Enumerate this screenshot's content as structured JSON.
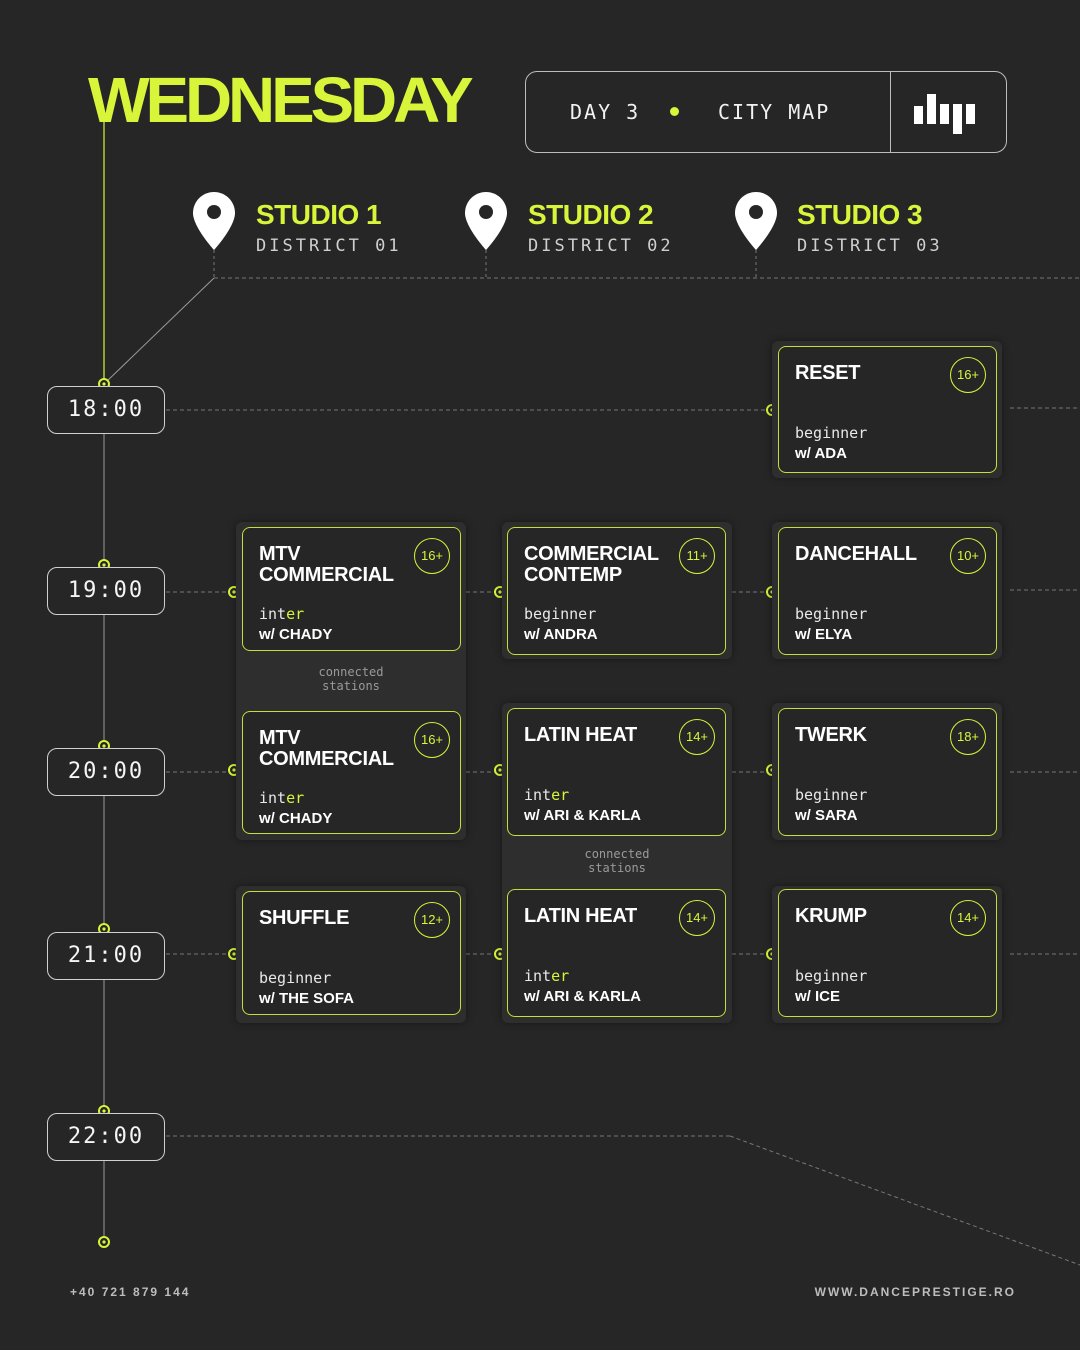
{
  "header": {
    "day": "WEDNESDAY",
    "day_number": "DAY 3",
    "map_label": "CITY MAP",
    "logo_icon": "dance-prestige-logo-icon"
  },
  "studios": [
    {
      "name": "STUDIO 1",
      "district": "DISTRICT 01"
    },
    {
      "name": "STUDIO 2",
      "district": "DISTRICT 02"
    },
    {
      "name": "STUDIO 3",
      "district": "DISTRICT 03"
    }
  ],
  "times": [
    "18:00",
    "19:00",
    "20:00",
    "21:00",
    "22:00"
  ],
  "classes": [
    {
      "title": "RESET",
      "age": "16+",
      "level": "beginner",
      "level_accent": "",
      "instructor": "w/ ADA"
    },
    {
      "title": "MTV COMMERCIAL",
      "age": "16+",
      "level": "inter",
      "level_accent": "er",
      "instructor": "w/ CHADY"
    },
    {
      "title": "COMMERCIAL CONTEMP",
      "age": "11+",
      "level": "beginner",
      "level_accent": "",
      "instructor": "w/ ANDRA"
    },
    {
      "title": "DANCEHALL",
      "age": "10+",
      "level": "beginner",
      "level_accent": "",
      "instructor": "w/ ELYA"
    },
    {
      "title": "MTV COMMERCIAL",
      "age": "16+",
      "level": "inter",
      "level_accent": "er",
      "instructor": "w/ CHADY"
    },
    {
      "title": "LATIN HEAT",
      "age": "14+",
      "level": "inter",
      "level_accent": "er",
      "instructor": "w/ ARI & KARLA"
    },
    {
      "title": "TWERK",
      "age": "18+",
      "level": "beginner",
      "level_accent": "",
      "instructor": "w/ SARA"
    },
    {
      "title": "SHUFFLE",
      "age": "12+",
      "level": "beginner",
      "level_accent": "",
      "instructor": "w/ THE SOFA"
    },
    {
      "title": "LATIN HEAT",
      "age": "14+",
      "level": "inter",
      "level_accent": "er",
      "instructor": "w/ ARI & KARLA"
    },
    {
      "title": "KRUMP",
      "age": "14+",
      "level": "beginner",
      "level_accent": "",
      "instructor": "w/ ICE"
    }
  ],
  "connected_label": "connected\nstations",
  "footer": {
    "phone": "+40 721 879 144",
    "website": "WWW.DANCEPRESTIGE.RO"
  },
  "colors": {
    "accent": "#d8f53a",
    "background": "#262626"
  }
}
